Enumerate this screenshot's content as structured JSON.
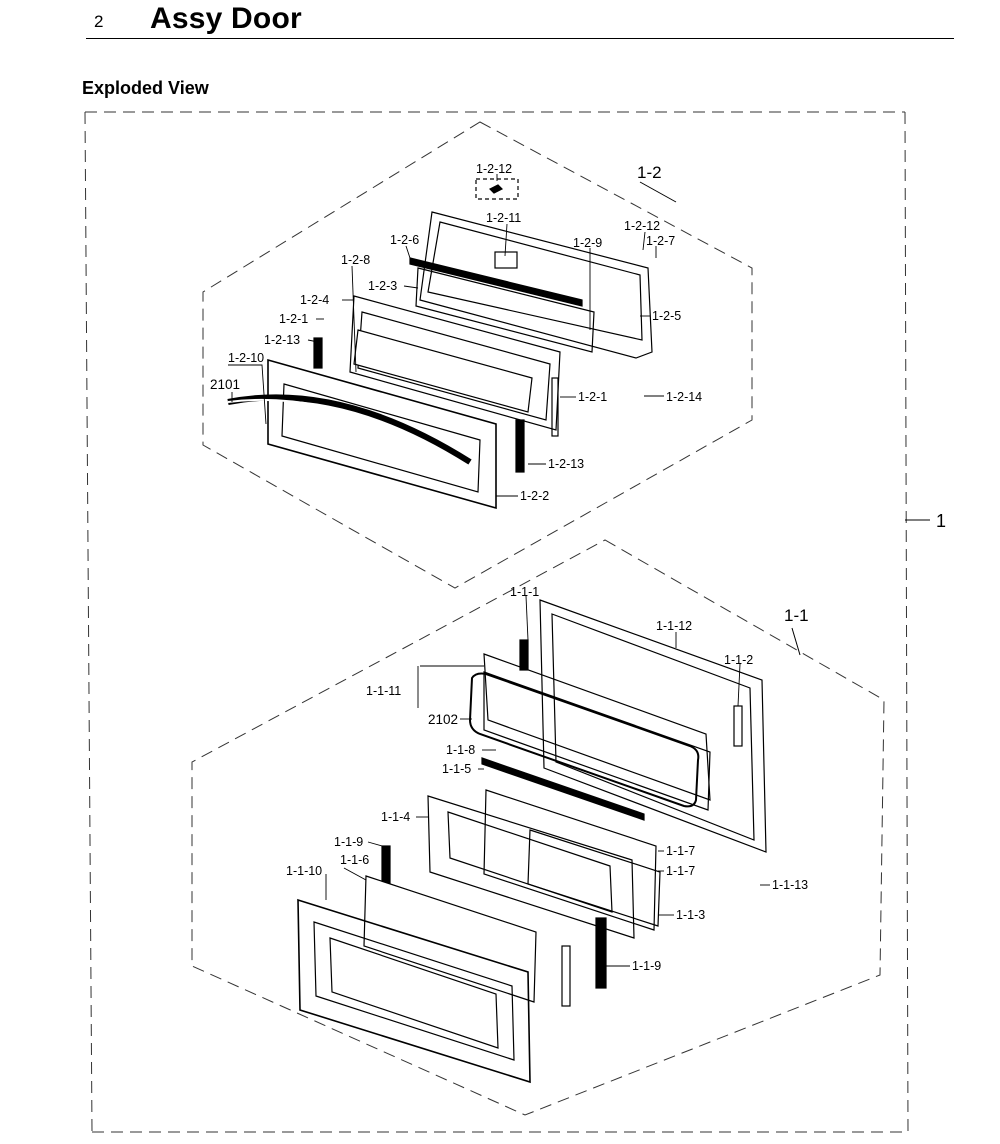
{
  "header": {
    "page_number": "2",
    "title": "Assy Door"
  },
  "section": {
    "title": "Exploded View"
  },
  "assemblies": {
    "main": "1",
    "upper": "1-2",
    "lower": "1-1"
  },
  "labels": {
    "l_1_2_12_top": "1-2-12",
    "l_1_2_12_right": "1-2-12",
    "l_1_2_11": "1-2-11",
    "l_1_2_7": "1-2-7",
    "l_1_2_6": "1-2-6",
    "l_1_2_9": "1-2-9",
    "l_1_2_8": "1-2-8",
    "l_1_2_3": "1-2-3",
    "l_1_2_4": "1-2-4",
    "l_1_2_5": "1-2-5",
    "l_1_2_1_left": "1-2-1",
    "l_1_2_13_left": "1-2-13",
    "l_1_2_10": "1-2-10",
    "l_2101": "2101",
    "l_1_2_1_right": "1-2-1",
    "l_1_2_14": "1-2-14",
    "l_1_2_13_right": "1-2-13",
    "l_1_2_2": "1-2-2",
    "l_1_1_1": "1-1-1",
    "l_1_1_12": "1-1-12",
    "l_1_1_2": "1-1-2",
    "l_1_1_11": "1-1-11",
    "l_2102": "2102",
    "l_1_1_8": "1-1-8",
    "l_1_1_5": "1-1-5",
    "l_1_1_4": "1-1-4",
    "l_1_1_9_left": "1-1-9",
    "l_1_1_6": "1-1-6",
    "l_1_1_10": "1-1-10",
    "l_1_1_7_a": "1-1-7",
    "l_1_1_7_b": "1-1-7",
    "l_1_1_13": "1-1-13",
    "l_1_1_3": "1-1-3",
    "l_1_1_9_right": "1-1-9"
  }
}
